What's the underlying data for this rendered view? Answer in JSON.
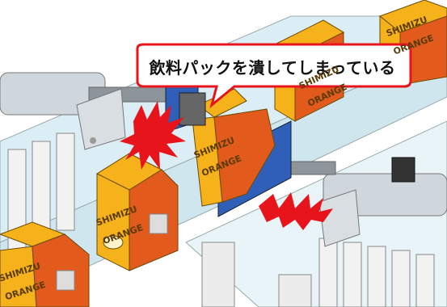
{
  "callout": {
    "text": "飲料パックを潰してしまっている"
  },
  "packs": {
    "brand_line1": "SHIMIZU",
    "brand_line2": "ORANGE"
  },
  "colors": {
    "carton_top": "#f5b21a",
    "carton_side": "#e25b1c",
    "plate_blue": "#2f5fb8",
    "burst_red": "#e8141b",
    "conveyor": "#d8ecf3"
  }
}
